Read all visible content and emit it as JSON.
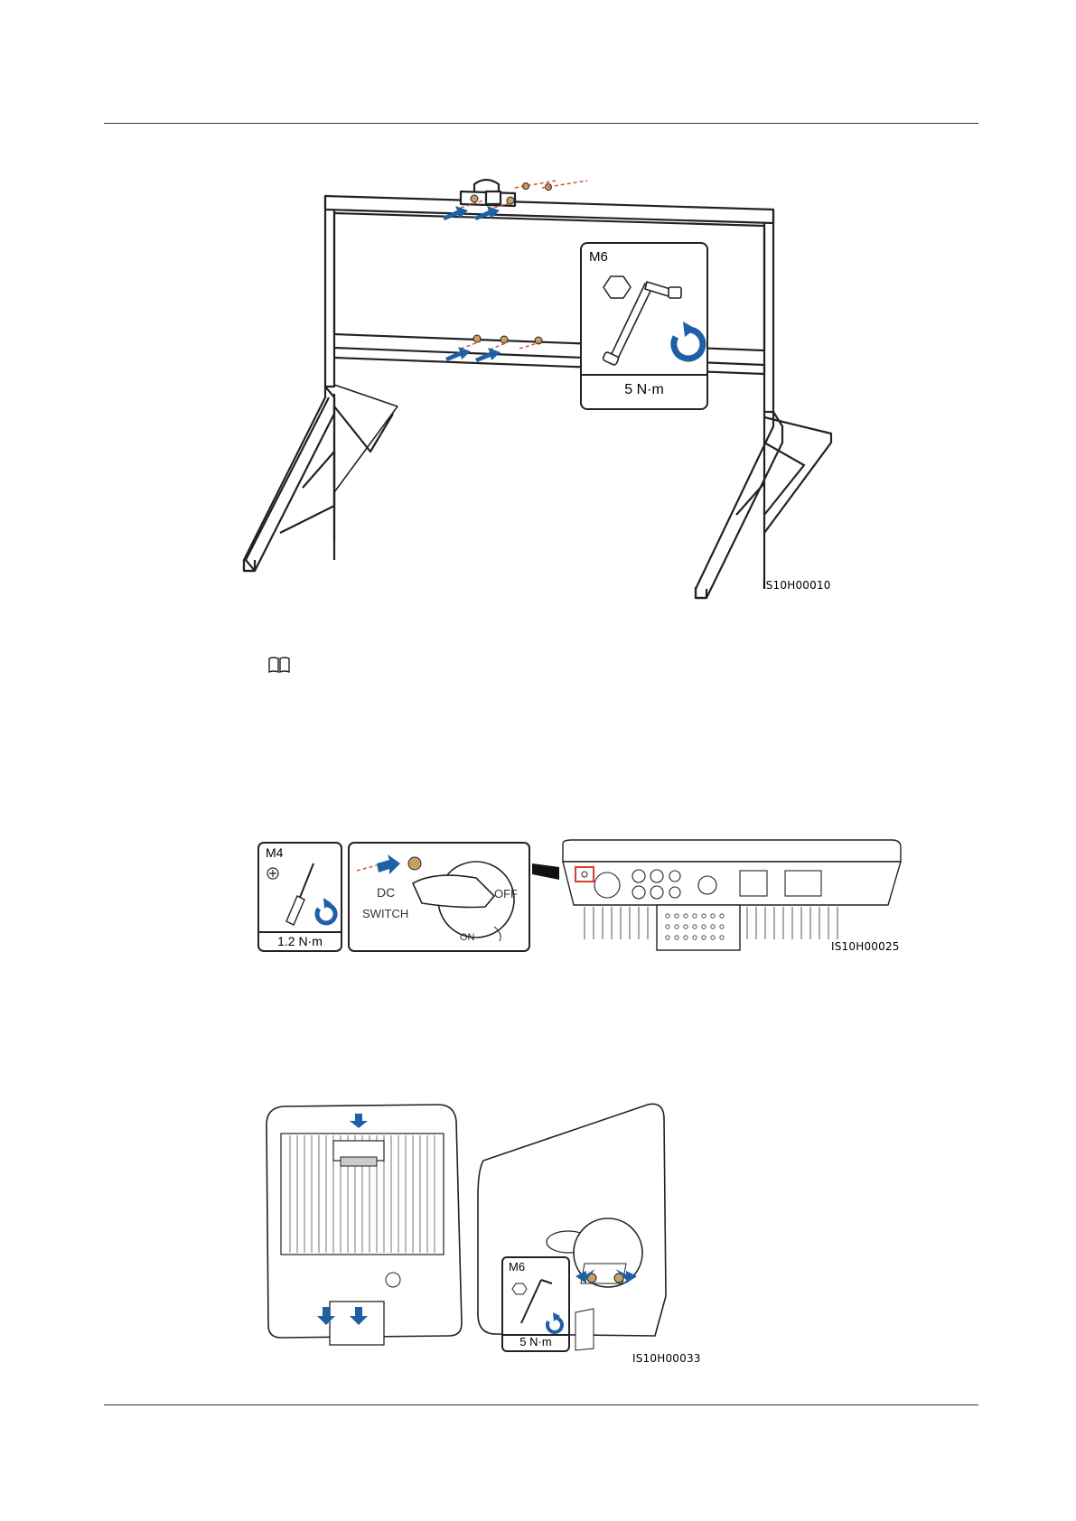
{
  "figures": [
    {
      "id": "IS10H00010",
      "callout": {
        "bolt": "M6",
        "torque": "5 N·m"
      }
    },
    {
      "id": "IS10H00025",
      "callout": {
        "bolt": "M4",
        "torque": "1.2 N·m"
      },
      "switch_labels": {
        "dc": "DC",
        "switch": "SWITCH",
        "off": "OFF",
        "on": "ON"
      }
    },
    {
      "id": "IS10H00033",
      "callout": {
        "bolt": "M6",
        "torque": "5 N·m"
      }
    }
  ],
  "note": {
    "icon": "book-icon"
  },
  "colors": {
    "arrow": "#1f5fa6",
    "dashed_line": "#d9412b",
    "highlight": "#d9412b",
    "bolt": "#c9a060"
  }
}
